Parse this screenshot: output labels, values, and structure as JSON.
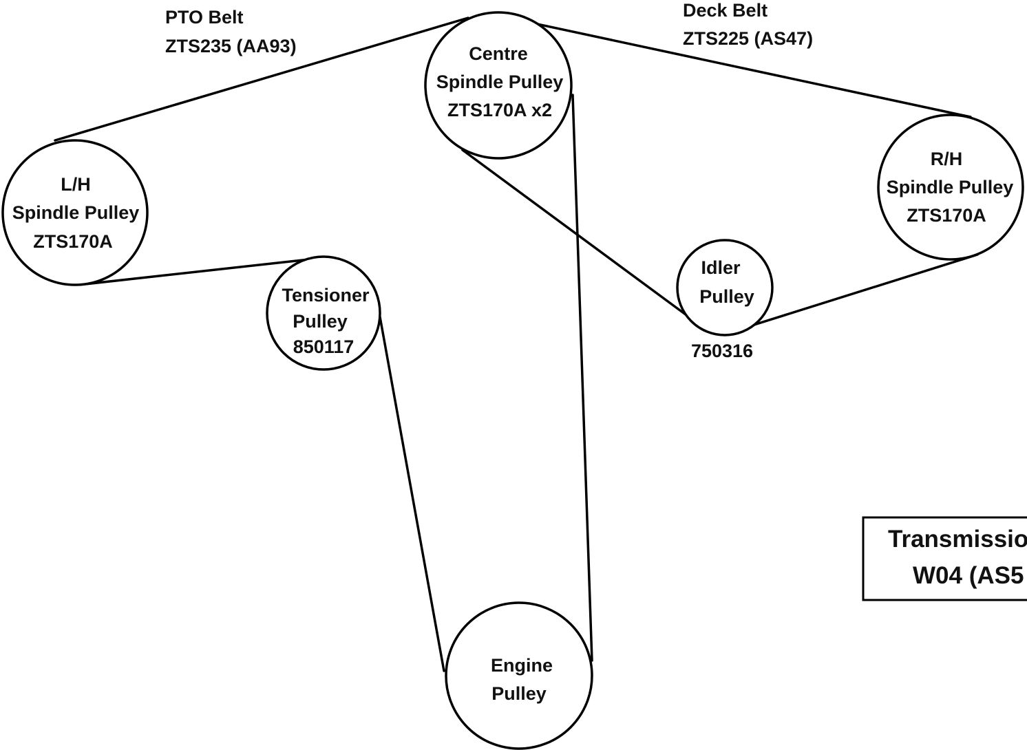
{
  "pto_belt": {
    "title": "PTO Belt",
    "part": "ZTS235 (AA93)"
  },
  "deck_belt": {
    "title": "Deck Belt",
    "part": "ZTS225 (AS47)"
  },
  "centre_pulley": {
    "line1": "Centre",
    "line2": "Spindle Pulley",
    "line3": "ZTS170A x2"
  },
  "lh_pulley": {
    "line1": "L/H",
    "line2": "Spindle Pulley",
    "line3": "ZTS170A"
  },
  "rh_pulley": {
    "line1": "R/H",
    "line2": "Spindle Pulley",
    "line3": "ZTS170A"
  },
  "tensioner_pulley": {
    "line1": "Tensioner",
    "line2": "Pulley",
    "line3": "850117"
  },
  "idler_pulley": {
    "line1": "Idler",
    "line2": "Pulley",
    "part": "750316"
  },
  "engine_pulley": {
    "line1": "Engine",
    "line2": "Pulley"
  },
  "transmission_box": {
    "line1": "Transmissio",
    "line2": "W04 (AS5"
  }
}
